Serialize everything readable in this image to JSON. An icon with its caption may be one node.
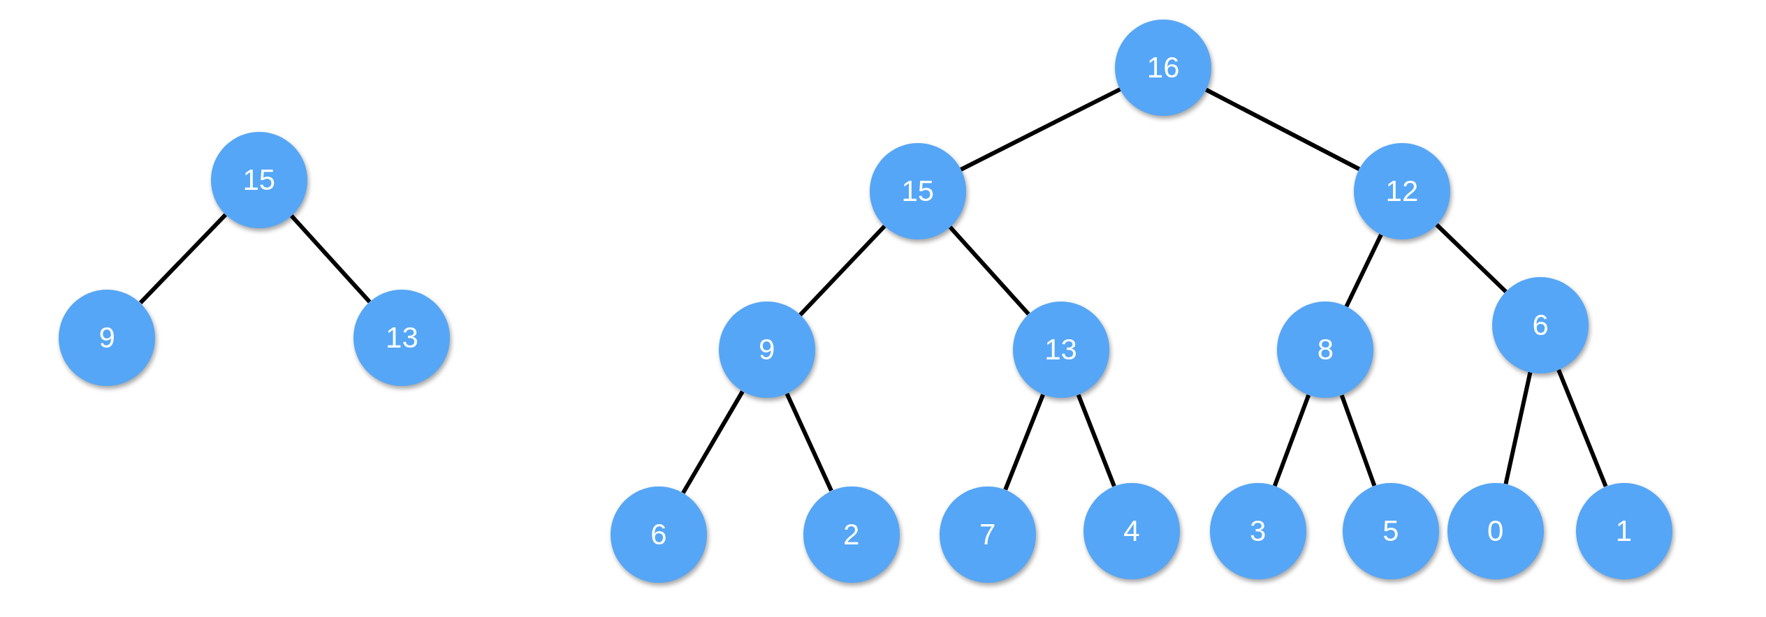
{
  "diagram": {
    "nodes": [
      {
        "text": [
          "15"
        ]
      },
      {
        "text": [
          "9"
        ]
      },
      {
        "text": [
          "13"
        ]
      },
      {
        "text": [
          "16"
        ]
      },
      {
        "text": [
          "15"
        ]
      },
      {
        "text": [
          "12"
        ]
      },
      {
        "text": [
          "9"
        ]
      },
      {
        "text": [
          "13"
        ]
      },
      {
        "text": [
          "8"
        ]
      },
      {
        "text": [
          "6"
        ]
      },
      {
        "text": [
          "6"
        ]
      },
      {
        "text": [
          "2"
        ]
      },
      {
        "text": [
          "7"
        ]
      },
      {
        "text": [
          "4"
        ]
      },
      {
        "text": [
          "3"
        ]
      },
      {
        "text": [
          "5"
        ]
      },
      {
        "text": [
          "0"
        ]
      },
      {
        "text": [
          "1"
        ]
      }
    ],
    "edges": [
      {
        "from": 0,
        "to": 1,
        "arrow": "none"
      },
      {
        "from": 0,
        "to": 2,
        "arrow": "none"
      },
      {
        "from": 3,
        "to": 4,
        "arrow": "none"
      },
      {
        "from": 3,
        "to": 5,
        "arrow": "none"
      },
      {
        "from": 4,
        "to": 6,
        "arrow": "none"
      },
      {
        "from": 4,
        "to": 7,
        "arrow": "none"
      },
      {
        "from": 5,
        "to": 8,
        "arrow": "none"
      },
      {
        "from": 5,
        "to": 9,
        "arrow": "none"
      },
      {
        "from": 6,
        "to": 10,
        "arrow": "none"
      },
      {
        "from": 6,
        "to": 11,
        "arrow": "none"
      },
      {
        "from": 7,
        "to": 12,
        "arrow": "none"
      },
      {
        "from": 7,
        "to": 13,
        "arrow": "none"
      },
      {
        "from": 8,
        "to": 14,
        "arrow": "none"
      },
      {
        "from": 8,
        "to": 15,
        "arrow": "none"
      },
      {
        "from": 9,
        "to": 16,
        "arrow": "none"
      },
      {
        "from": 9,
        "to": 17,
        "arrow": "none"
      }
    ]
  }
}
